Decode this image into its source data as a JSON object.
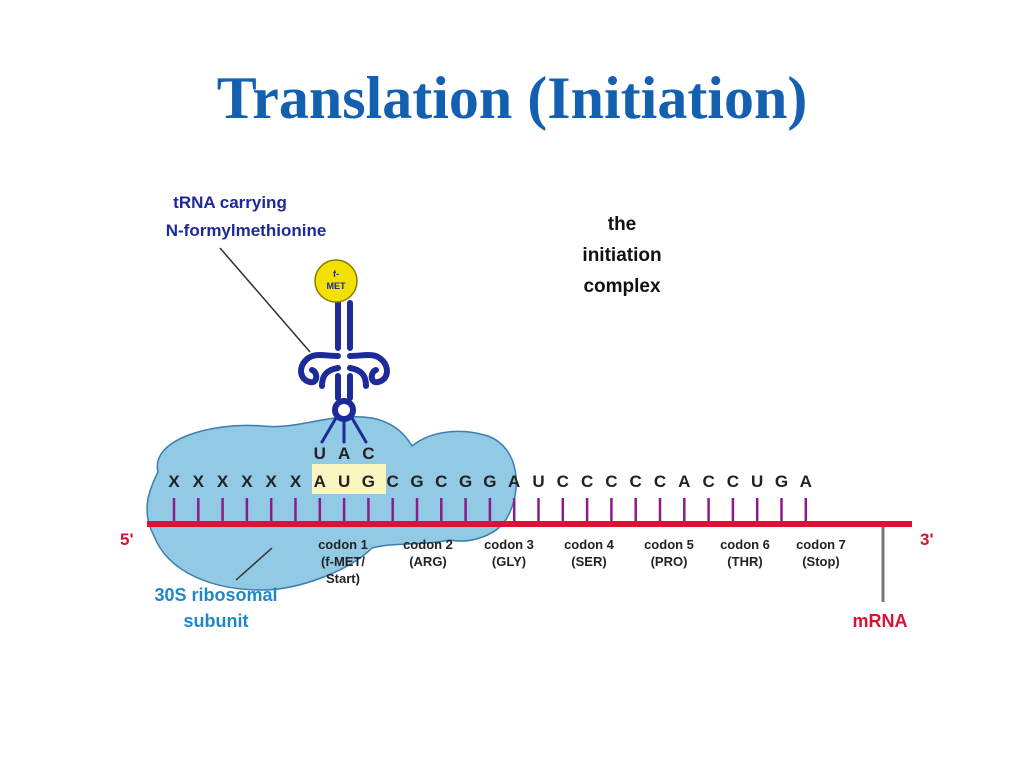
{
  "title": "Translation (Initiation)",
  "colors": {
    "title": "#1460b0",
    "ribosome_fill": "#7fbfdf",
    "ribosome_stroke": "#3a7fb0",
    "trna": "#1c2a9a",
    "mrna_backbone": "#dd1133",
    "tick": "#8b1a8b",
    "start_highlight": "#fbf5c0",
    "fmet": "#f2e000",
    "callout_line": "#303030",
    "mrna_label": "#dd1133",
    "subunit_label": "#1f88c8"
  },
  "labels": {
    "trna": [
      "tRNA carrying",
      "N-formylmethionine"
    ],
    "complex": [
      "the",
      "initiation",
      "complex"
    ],
    "fmet": [
      "f-",
      "MET"
    ],
    "subunit": [
      "30S ribosomal",
      "subunit"
    ],
    "mrna": "mRNA",
    "five_prime": "5'",
    "three_prime": "3'"
  },
  "anticodon": [
    "U",
    "A",
    "C"
  ],
  "mrna_sequence": [
    "X",
    "X",
    "X",
    "X",
    "X",
    "X",
    "A",
    "U",
    "G",
    "C",
    "G",
    "C",
    "G",
    "G",
    "A",
    "U",
    "C",
    "C",
    "C",
    "C",
    "C",
    "A",
    "C",
    "C",
    "U",
    "G",
    "A"
  ],
  "codons": [
    {
      "lines": [
        "codon 1",
        "(f-MET/",
        "Start)"
      ]
    },
    {
      "lines": [
        "codon 2",
        "(ARG)"
      ]
    },
    {
      "lines": [
        "codon 3",
        "(GLY)"
      ]
    },
    {
      "lines": [
        "codon 4",
        "(SER)"
      ]
    },
    {
      "lines": [
        "codon 5",
        "(PRO)"
      ]
    },
    {
      "lines": [
        "codon 6",
        "(THR)"
      ]
    },
    {
      "lines": [
        "codon 7",
        "(Stop)"
      ]
    }
  ]
}
